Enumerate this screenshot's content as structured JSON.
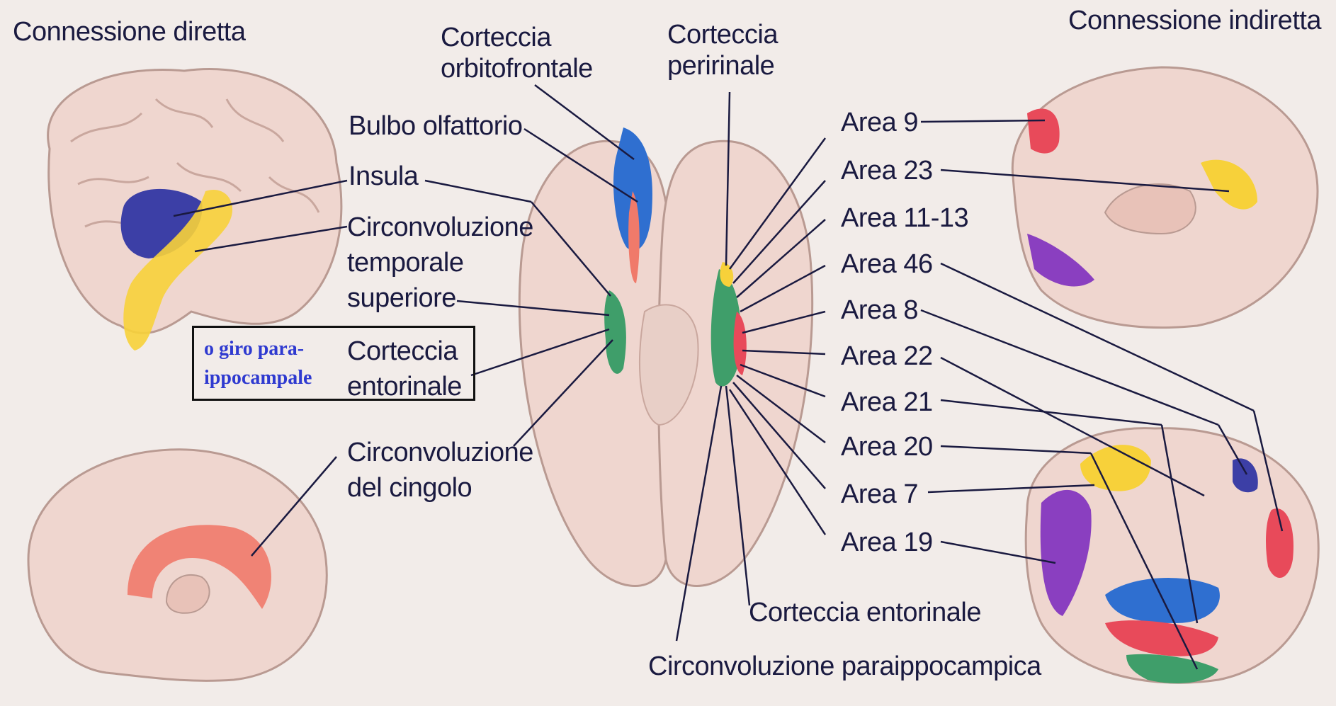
{
  "headings": {
    "direct": "Connessione diretta",
    "indirect": "Connessione indiretta"
  },
  "left_labels": {
    "orbitofrontal_1": "Corteccia",
    "orbitofrontal_2": "orbitofrontale",
    "olfactory_bulb": "Bulbo olfattorio",
    "insula": "Insula",
    "stg_1": "Circonvoluzione",
    "stg_2": "temporale",
    "stg_3": "superiore",
    "entorhinal_1": "Corteccia",
    "entorhinal_2": "entorinale",
    "cingulate_1": "Circonvoluzione",
    "cingulate_2": "del cingolo"
  },
  "top_labels": {
    "perirhinal_1": "Corteccia",
    "perirhinal_2": "peririnale"
  },
  "areas": [
    "Area 9",
    "Area 23",
    "Area 11-13",
    "Area 46",
    "Area 8",
    "Area 22",
    "Area 21",
    "Area 20",
    "Area 7",
    "Area 19"
  ],
  "bottom_labels": {
    "entorhinal": "Corteccia entorinale",
    "parahippocampal": "Circonvoluzione paraippocampica"
  },
  "callout_note": "o giro para-ippocampale",
  "colors": {
    "background": "#f2ece9",
    "brain_fill": "#efd6cf",
    "brain_outline": "#b99a92",
    "blue_region": "#2f6fd0",
    "indigo_region": "#3c3fa6",
    "yellow_region": "#f7d13a",
    "red_region": "#e84a5a",
    "salmon_region": "#f07a6a",
    "purple_region": "#8a3fc0",
    "green_region": "#3f9e6a",
    "note_text": "#2f3ad0"
  }
}
